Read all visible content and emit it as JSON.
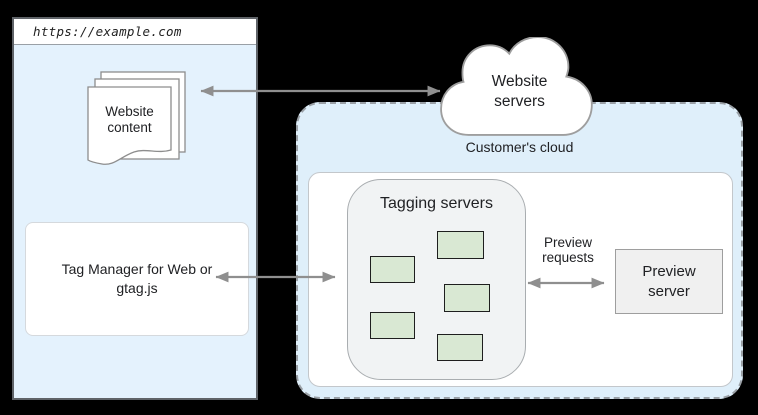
{
  "colors": {
    "background": "#000000",
    "browser_blue": "#e4f2fd",
    "cloud_region_blue": "#dfeffa",
    "container_gray": "#f1f3f4",
    "server_node_green": "#d9e8d3",
    "arrow_gray": "#8f8f8f"
  },
  "browser_window": {
    "url": "https://example.com",
    "website_content": {
      "icon": "document-stack-icon",
      "label": "Website\ncontent"
    },
    "tag_manager": {
      "label": "Tag Manager for Web or\ngtag.js"
    }
  },
  "website_servers": {
    "icon": "cloud-icon",
    "label": "Website\nservers"
  },
  "customer_cloud": {
    "label": "Customer's cloud",
    "tagging_servers": {
      "label": "Tagging servers",
      "node_icon": "green-server-rect",
      "node_count": 5
    },
    "preview_requests_label": "Preview\nrequests",
    "preview_server": {
      "label": "Preview\nserver"
    }
  },
  "connections": [
    {
      "from": "website-content",
      "to": "website-servers",
      "type": "bidirectional-arrow"
    },
    {
      "from": "tag-manager",
      "to": "tagging-servers",
      "type": "bidirectional-arrow"
    },
    {
      "from": "tagging-servers",
      "to": "preview-server",
      "type": "bidirectional-arrow",
      "label": "Preview requests"
    }
  ]
}
